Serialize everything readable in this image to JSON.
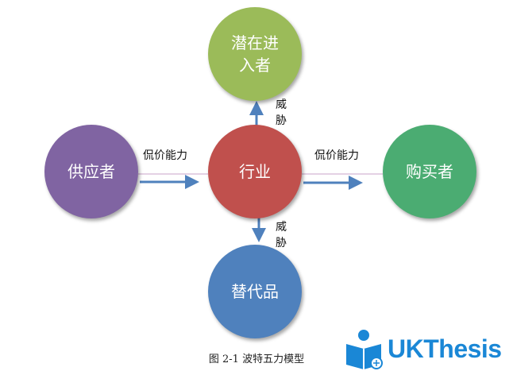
{
  "nodes": {
    "potential_entrants": {
      "line1": "潜在进",
      "line2": "入者",
      "color": "#9bbb59"
    },
    "suppliers": {
      "label": "供应者",
      "color": "#8064a2"
    },
    "industry": {
      "label": "行业",
      "color": "#c0504d"
    },
    "buyers": {
      "label": "购买者",
      "color": "#4bac72"
    },
    "substitutes": {
      "label": "替代品",
      "color": "#4f81bd"
    }
  },
  "edges": {
    "supplier_to_industry": "侃价能力",
    "industry_to_buyer": "侃价能力",
    "threat_up": {
      "line1": "威",
      "line2": "胁"
    },
    "threat_down": {
      "line1": "威",
      "line2": "胁"
    }
  },
  "caption": "图 2-1  波特五力模型",
  "logo": {
    "text": "UKThesis",
    "icon": "reader-icon",
    "color": "#1a87d6"
  }
}
